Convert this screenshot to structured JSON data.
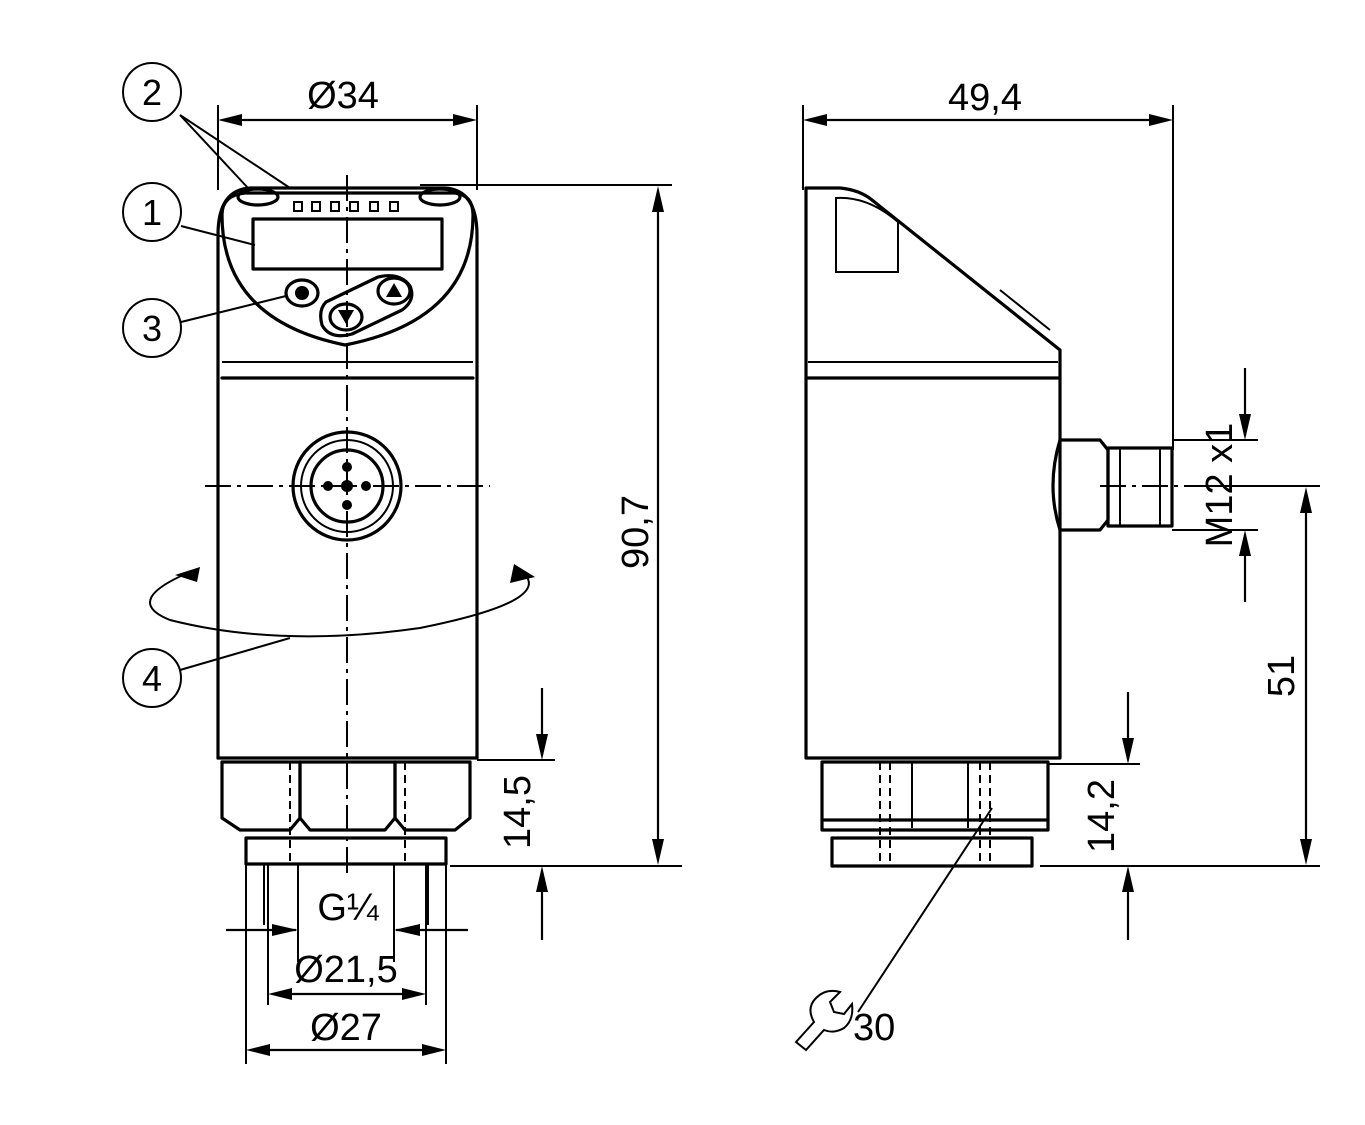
{
  "front_view": {
    "dim_body_diameter": "Ø34",
    "dim_thread": "G¼",
    "dim_inner_diameter": "Ø21,5",
    "dim_flange_diameter": "Ø27",
    "dim_total_height": "90,7",
    "dim_process_connection_height": "14,5"
  },
  "side_view": {
    "dim_depth": "49,4",
    "dim_connector_thread": "M12 x1",
    "dim_connector_height": "51",
    "dim_hex_height": "14,2",
    "wrench_size": "30"
  },
  "callouts": {
    "c1": "1",
    "c2": "2",
    "c3": "3",
    "c4": "4"
  },
  "icons": [
    "wrench-icon",
    "arrow-up-button-icon",
    "arrow-down-button-icon",
    "m12-connector-icon"
  ]
}
